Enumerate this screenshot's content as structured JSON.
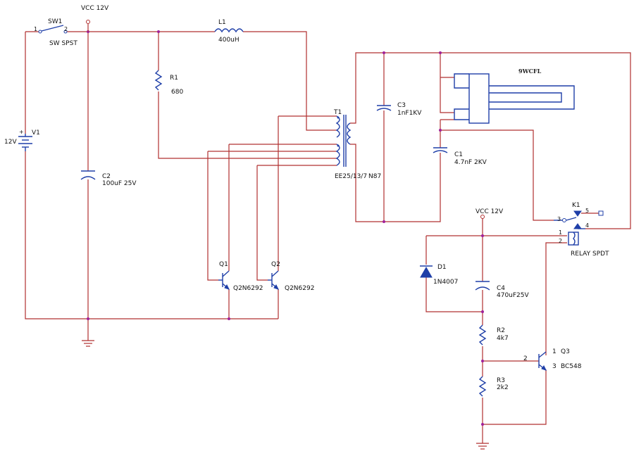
{
  "components": {
    "vcc_top": {
      "label": "VCC 12V"
    },
    "sw1": {
      "ref": "SW1",
      "value": "SW SPST",
      "pin1": "1",
      "pin2": "2"
    },
    "l1": {
      "ref": "L1",
      "value": "400uH"
    },
    "r1": {
      "ref": "R1",
      "value": "680"
    },
    "v1": {
      "ref": "V1",
      "value": "12V"
    },
    "c2": {
      "ref": "C2",
      "value": "100uF 25V"
    },
    "t1": {
      "ref": "T1",
      "value": "EE25/13/7",
      "core": "N87"
    },
    "c3": {
      "ref": "C3",
      "value": "1nF1KV"
    },
    "c1": {
      "ref": "C1",
      "value": "4.7nF 2KV"
    },
    "lamp": {
      "label": "9WCFL"
    },
    "q1": {
      "ref": "Q1",
      "value": "Q2N6292"
    },
    "q2": {
      "ref": "Q2",
      "value": "Q2N6292"
    },
    "k1": {
      "ref": "K1",
      "value": "RELAY SPDT",
      "pins": [
        "1",
        "2",
        "3",
        "4",
        "5"
      ]
    },
    "vcc_right": {
      "label": "VCC 12V"
    },
    "d1": {
      "ref": "D1",
      "value": "1N4007"
    },
    "c4": {
      "ref": "C4",
      "value": "470uF25V"
    },
    "r2": {
      "ref": "R2",
      "value": "4k7"
    },
    "r3": {
      "ref": "R3",
      "value": "2k2"
    },
    "q3": {
      "ref": "Q3",
      "value": "BC548",
      "pin1": "1",
      "pin2": "2",
      "pin3": "3"
    }
  },
  "colors": {
    "wire": "#b03030",
    "device": "#1f3fa8",
    "junction": "#a0209a"
  }
}
